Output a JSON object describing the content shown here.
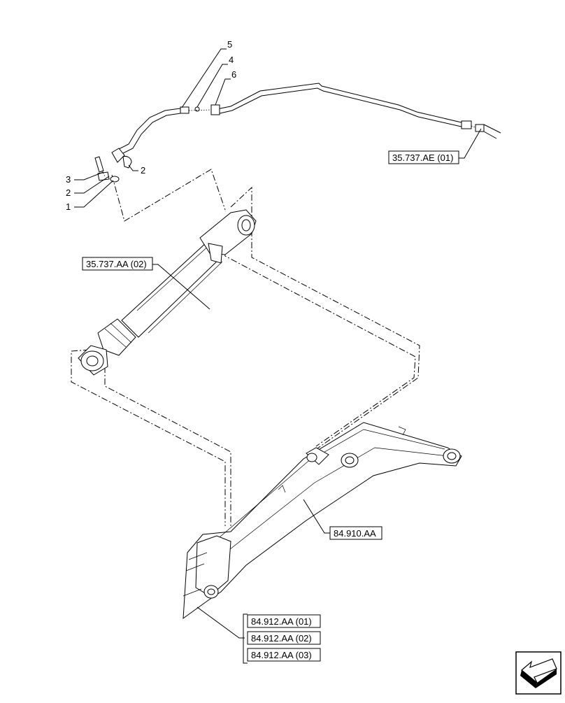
{
  "callouts": {
    "c1": "1",
    "c2a": "2",
    "c2b": "2",
    "c3": "3",
    "c4": "4",
    "c5": "5",
    "c6": "6"
  },
  "references": {
    "hose_ref": "35.737.AE (01)",
    "cylinder_ref": "35.737.AA (02)",
    "boom_ref": "84.910.AA",
    "bracket_refs": [
      "84.912.AA (01)",
      "84.912.AA (02)",
      "84.912.AA (03)"
    ]
  },
  "icons": {
    "nav": "direction-arrow-icon"
  }
}
